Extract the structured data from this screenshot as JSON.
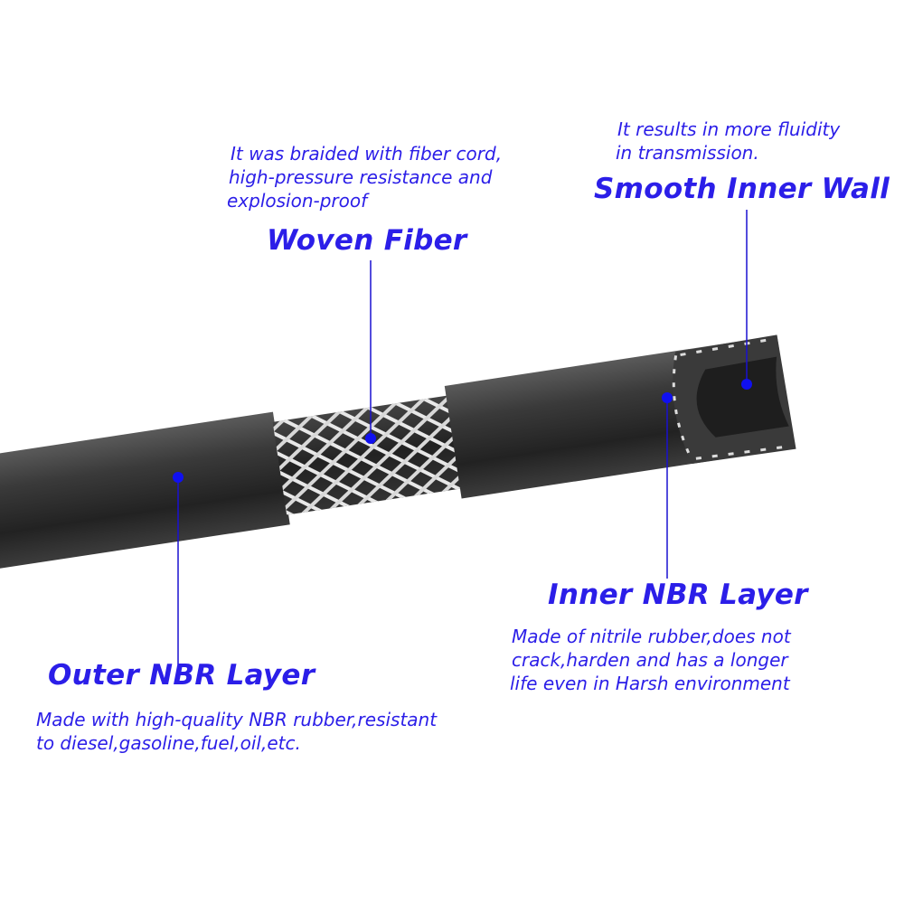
{
  "callouts": {
    "woven_fiber": {
      "title": "Woven Fiber",
      "desc": [
        "It was braided with fiber cord,",
        "high-pressure resistance and",
        "explosion-proof"
      ]
    },
    "smooth_inner_wall": {
      "title": "Smooth Inner Wall",
      "desc": [
        "It results in more fluidity",
        "in transmission."
      ]
    },
    "inner_nbr": {
      "title": "Inner NBR Layer",
      "desc": [
        "Made of nitrile rubber,does not",
        "crack,harden and has a longer",
        "life even in Harsh environment"
      ]
    },
    "outer_nbr": {
      "title": "Outer NBR Layer",
      "desc": [
        "Made with high-quality NBR rubber,resistant",
        "to diesel,gasoline,fuel,oil,etc."
      ]
    }
  },
  "colors": {
    "accent": "#2b1ee8",
    "line": "#1a10d0",
    "rubber": "#2e2e2e"
  }
}
